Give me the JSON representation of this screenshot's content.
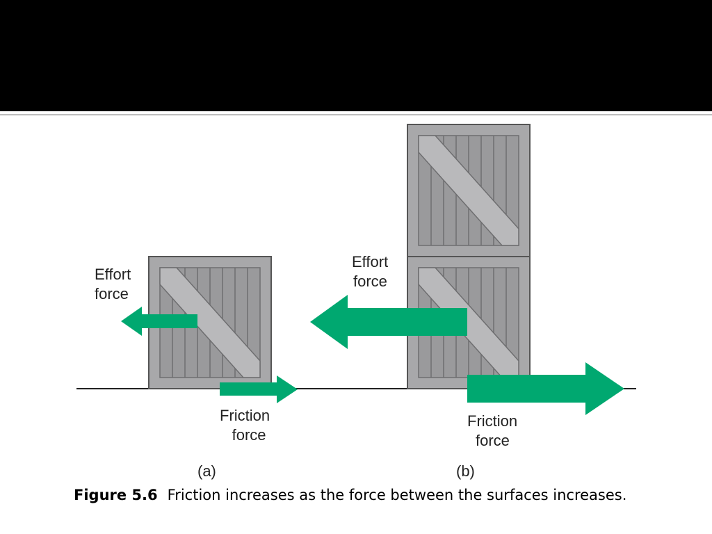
{
  "slide": {
    "colors": {
      "header": "#000000",
      "arrow": "#00a870",
      "crate": "#a8a8aa",
      "crate_dark": "#6e6e70"
    }
  },
  "panel_a": {
    "effort_label_line1": "Effort",
    "effort_label_line2": "force",
    "friction_label_line1": "Friction",
    "friction_label_line2": "force",
    "panel_label": "(a)"
  },
  "panel_b": {
    "effort_label_line1": "Effort",
    "effort_label_line2": "force",
    "friction_label_line1": "Friction",
    "friction_label_line2": "force",
    "panel_label": "(b)"
  },
  "caption": {
    "figure_number": "Figure 5.6",
    "text": "Friction increases as the force between the surfaces increases."
  }
}
